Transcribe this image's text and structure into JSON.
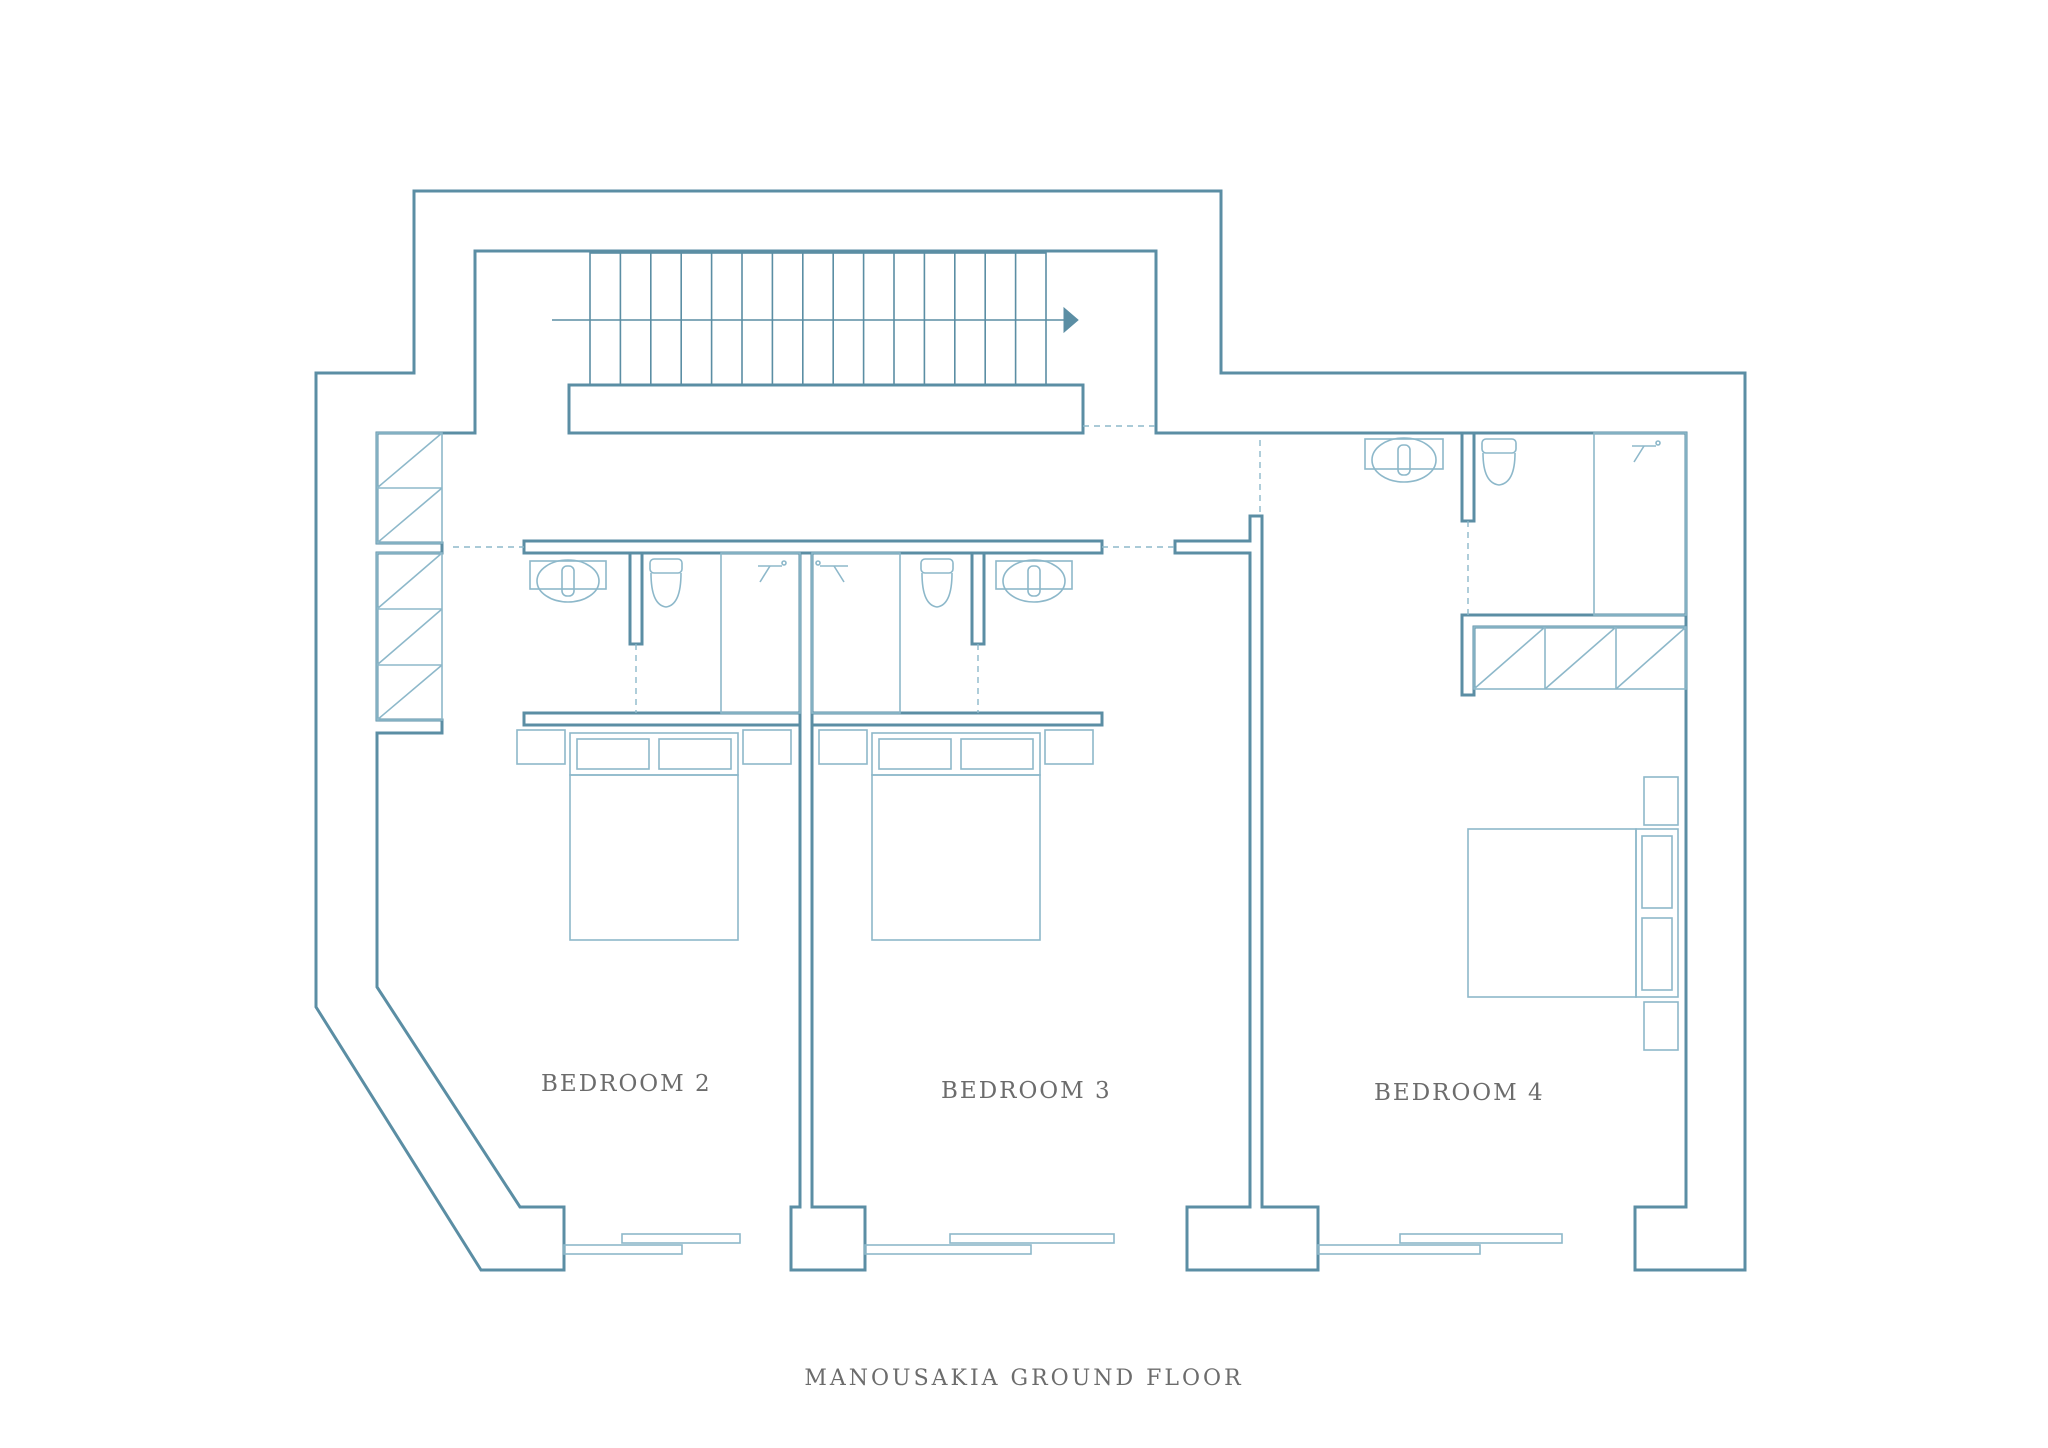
{
  "caption": "MANOUSAKIA GROUND FLOOR",
  "rooms": [
    {
      "label": "BEDROOM 2"
    },
    {
      "label": "BEDROOM 3"
    },
    {
      "label": "BEDROOM 4"
    }
  ],
  "colors": {
    "wall": "#5b8ea4",
    "fixture": "#8db8ca",
    "text": "#6c6c6c",
    "background": "#ffffff"
  },
  "icons": [
    "staircase-icon",
    "sink-icon",
    "toilet-icon",
    "shower-icon",
    "bed-icon",
    "wardrobe-icon",
    "sliding-door-icon"
  ]
}
